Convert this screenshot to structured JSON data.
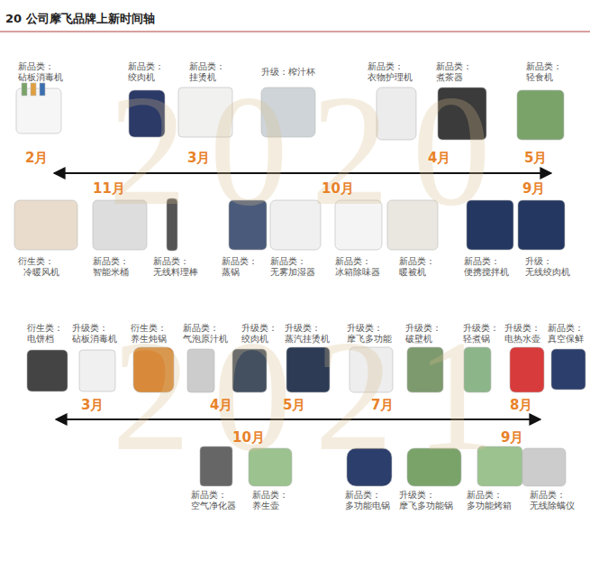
{
  "diagram": {
    "title": "20 公司摩飞品牌上新时间轴",
    "labels": [
      "2020",
      "2021",
      "新品类：",
      "砧板消毒机",
      "新品类：",
      "绞肉机",
      "新品类：",
      "挂烫机",
      "升级：榨汁杯",
      "新品类：",
      "衣物护理机",
      "新品类：",
      "煮茶器",
      "新品类：",
      "轻食机",
      "2月",
      "3月",
      "4月",
      "5月",
      "11月",
      "10月",
      "9月",
      "衍生类：",
      "冷暖风机",
      "新品类：",
      "智能米桶",
      "新品类：",
      "无线料理棒",
      "新品类：",
      "蒸锅",
      "新品类：",
      "无雾加湿器",
      "新品类：",
      "冰箱除味器",
      "新品类：",
      "暖被机",
      "新品类：",
      "便携搅拌机",
      "升级：",
      "无线绞肉机",
      "衍生类：",
      "电饼档",
      "升级类：",
      "砧板消毒机",
      "衍生类：",
      "养生炖锅",
      "新品类：",
      "气泡原汁机",
      "升级类：",
      "绞肉机",
      "升级类：",
      "蒸汽挂烫机",
      "升级类：",
      "摩飞多功能",
      "升级类：",
      "破壁机",
      "升级类：",
      "轻煮锅",
      "升级类：",
      "电热水壶",
      "新品类：",
      "真空保鲜",
      "3月",
      "4月",
      "5月",
      "7月",
      "8月",
      "10月",
      "9月",
      "新品类：",
      "空气净化器",
      "新品类：",
      "养生壶",
      "新品类：",
      "多功能电锅",
      "升级类：",
      "摩飞多功能锅",
      "新品类：",
      "多功能烤箱",
      "新品类：",
      "无线除螨仪"
    ]
  }
}
